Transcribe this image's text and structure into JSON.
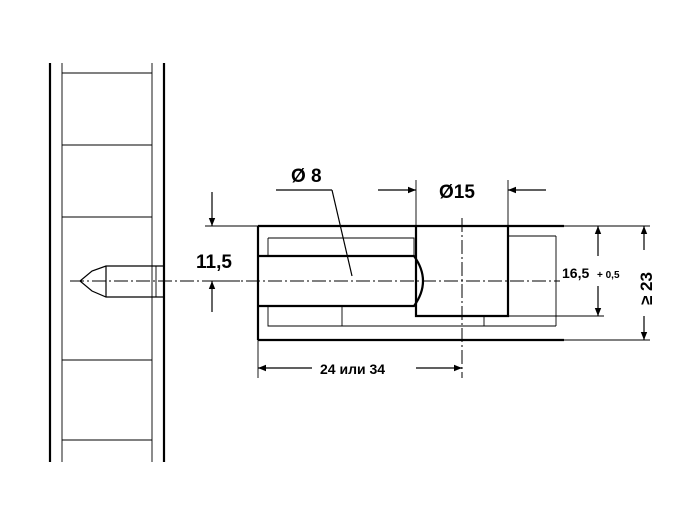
{
  "dimensions": {
    "bolt_diameter": "Ø 8",
    "hole_diameter": "Ø15",
    "edge_distance": "11,5",
    "depth": "24 или 34",
    "housing_height": "16,5",
    "housing_tolerance": "+ 0,5",
    "panel_thickness": "≥ 23"
  }
}
